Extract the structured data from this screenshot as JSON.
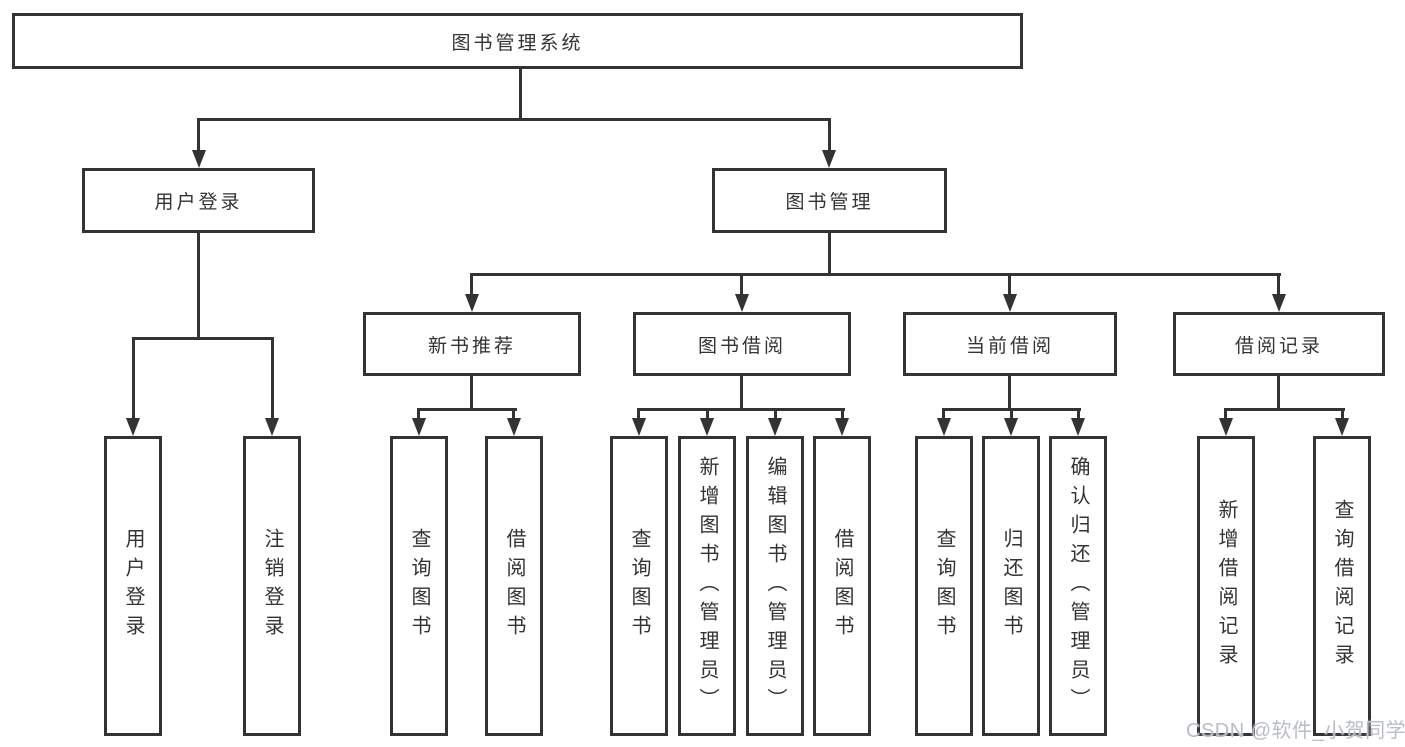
{
  "diagram_type": "hierarchy-diagram",
  "tree": {
    "label": "图书管理系统",
    "children": [
      {
        "label": "用户登录",
        "children": [
          {
            "label": "用户登录"
          },
          {
            "label": "注销登录"
          }
        ]
      },
      {
        "label": "图书管理",
        "children": [
          {
            "label": "新书推荐",
            "children": [
              {
                "label": "查询图书"
              },
              {
                "label": "借阅图书"
              }
            ]
          },
          {
            "label": "图书借阅",
            "children": [
              {
                "label": "查询图书"
              },
              {
                "label": "新增图书（管理员）"
              },
              {
                "label": "编辑图书（管理员）"
              },
              {
                "label": "借阅图书"
              }
            ]
          },
          {
            "label": "当前借阅",
            "children": [
              {
                "label": "查询图书"
              },
              {
                "label": "归还图书"
              },
              {
                "label": "确认归还（管理员）"
              }
            ]
          },
          {
            "label": "借阅记录",
            "children": [
              {
                "label": "新增借阅记录"
              },
              {
                "label": "查询借阅记录"
              }
            ]
          }
        ]
      }
    ]
  },
  "watermark": {
    "text": "CSDN @软件_小贺同学",
    "color": "#b9bdc4"
  },
  "colors": {
    "background": "#ffffff",
    "line": "#333333",
    "box_border": "#333333",
    "box_fill": "#ffffff",
    "text": "#333333"
  }
}
